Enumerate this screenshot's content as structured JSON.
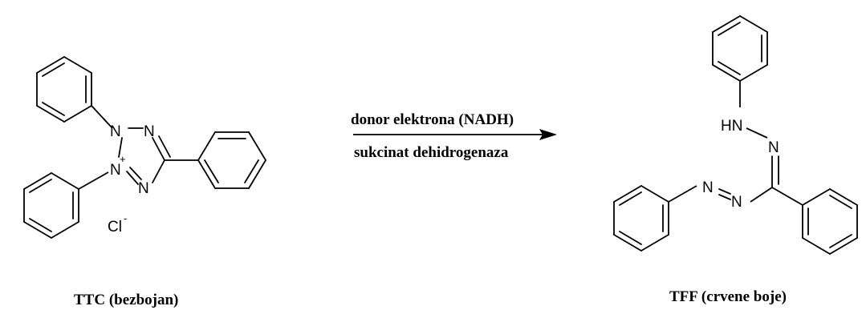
{
  "reactant": {
    "caption": "TTC (bezbojan)",
    "atoms": {
      "n_top_left": "N",
      "n_top_right": "N",
      "n_plus": "N",
      "n_bottom_right": "N",
      "plus_sign": "+",
      "counter_ion": "Cl",
      "minus_sign": "-"
    }
  },
  "arrow": {
    "above": "donor elektrona (NADH)",
    "below": "sukcinat dehidrogenaza",
    "color": "#000000"
  },
  "product": {
    "caption": "TFF (crvene boje)",
    "atoms": {
      "nh": "HN",
      "n_imine": "N",
      "n_azo_left": "N",
      "n_azo_right": "N"
    }
  }
}
